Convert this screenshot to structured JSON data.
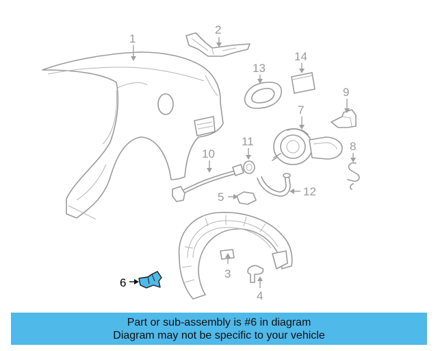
{
  "colors": {
    "highlight_part": "#4fb9ea",
    "banner_background": "#4fb9ea",
    "line_art": "#9a9a9a",
    "highlight_label": "#000000"
  },
  "diagram": {
    "callouts": [
      {
        "id": "1",
        "label": "1"
      },
      {
        "id": "2",
        "label": "2"
      },
      {
        "id": "3",
        "label": "3"
      },
      {
        "id": "4",
        "label": "4"
      },
      {
        "id": "5",
        "label": "5"
      },
      {
        "id": "6",
        "label": "6",
        "highlighted": true
      },
      {
        "id": "7",
        "label": "7"
      },
      {
        "id": "8",
        "label": "8"
      },
      {
        "id": "9",
        "label": "9"
      },
      {
        "id": "10",
        "label": "10"
      },
      {
        "id": "11",
        "label": "11"
      },
      {
        "id": "12",
        "label": "12"
      },
      {
        "id": "13",
        "label": "13"
      },
      {
        "id": "14",
        "label": "14"
      }
    ]
  },
  "banner": {
    "line1": "Part or sub-assembly is #6 in diagram",
    "line2": "Diagram may not be specific to your vehicle"
  }
}
